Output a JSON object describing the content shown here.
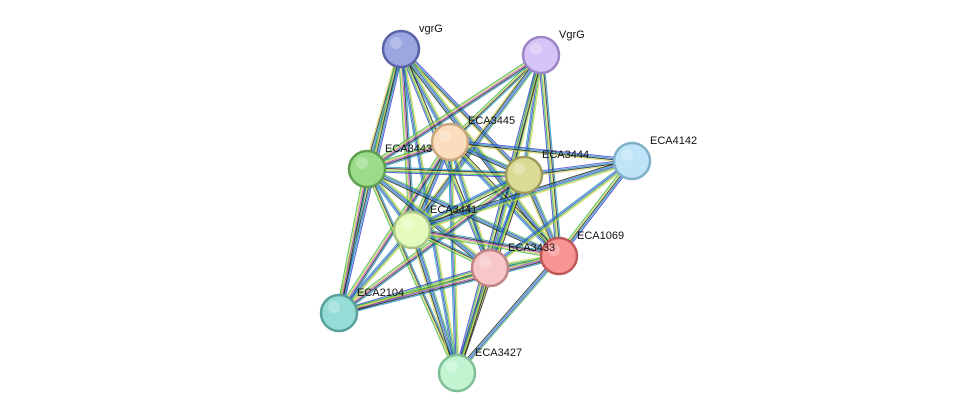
{
  "network": {
    "nodes": [
      {
        "id": "vgrG_1",
        "label": "vgrG",
        "color": "#9ca6e0",
        "stroke": "#5a63a6"
      },
      {
        "id": "VgrG_2",
        "label": "VgrG",
        "color": "#d7c3f5",
        "stroke": "#9a86c5"
      },
      {
        "id": "ECA3445",
        "label": "ECA3445",
        "color": "#fbdcbd",
        "stroke": "#c9a67f"
      },
      {
        "id": "ECA3443",
        "label": "ECA3443",
        "color": "#9bdc8b",
        "stroke": "#5f9d50"
      },
      {
        "id": "ECA3444",
        "label": "ECA3444",
        "color": "#dcdb96",
        "stroke": "#9d9c5b"
      },
      {
        "id": "ECA4142",
        "label": "ECA4142",
        "color": "#bfe4f7",
        "stroke": "#7fafc8"
      },
      {
        "id": "ECA3441",
        "label": "ECA3441",
        "color": "#e4fbbd",
        "stroke": "#a8c584"
      },
      {
        "id": "ECA3433",
        "label": "ECA3433",
        "color": "#f7c6c6",
        "stroke": "#c18383"
      },
      {
        "id": "ECA1069",
        "label": "ECA1069",
        "color": "#f79595",
        "stroke": "#c05858"
      },
      {
        "id": "ECA2104",
        "label": "ECA2104",
        "color": "#96dcd6",
        "stroke": "#56a29b"
      },
      {
        "id": "ECA3427",
        "label": "ECA3427",
        "color": "#c2f4d2",
        "stroke": "#7fbf95"
      }
    ],
    "edges": [
      [
        "vgrG_1",
        "ECA3445"
      ],
      [
        "vgrG_1",
        "ECA3443"
      ],
      [
        "vgrG_1",
        "ECA3444"
      ],
      [
        "vgrG_1",
        "ECA3441"
      ],
      [
        "vgrG_1",
        "ECA3433"
      ],
      [
        "vgrG_1",
        "ECA1069"
      ],
      [
        "vgrG_1",
        "ECA3427"
      ],
      [
        "vgrG_1",
        "ECA2104"
      ],
      [
        "VgrG_2",
        "ECA3445"
      ],
      [
        "VgrG_2",
        "ECA3443"
      ],
      [
        "VgrG_2",
        "ECA3444"
      ],
      [
        "VgrG_2",
        "ECA3441"
      ],
      [
        "VgrG_2",
        "ECA3433"
      ],
      [
        "VgrG_2",
        "ECA1069"
      ],
      [
        "VgrG_2",
        "ECA3427"
      ],
      [
        "ECA3445",
        "ECA3443"
      ],
      [
        "ECA3445",
        "ECA3444"
      ],
      [
        "ECA3445",
        "ECA3441"
      ],
      [
        "ECA3445",
        "ECA3433"
      ],
      [
        "ECA3445",
        "ECA1069"
      ],
      [
        "ECA3445",
        "ECA3427"
      ],
      [
        "ECA3445",
        "ECA2104"
      ],
      [
        "ECA3445",
        "ECA4142"
      ],
      [
        "ECA3443",
        "ECA3444"
      ],
      [
        "ECA3443",
        "ECA3441"
      ],
      [
        "ECA3443",
        "ECA3433"
      ],
      [
        "ECA3443",
        "ECA1069"
      ],
      [
        "ECA3443",
        "ECA2104"
      ],
      [
        "ECA3443",
        "ECA3427"
      ],
      [
        "ECA3444",
        "ECA3441"
      ],
      [
        "ECA3444",
        "ECA3433"
      ],
      [
        "ECA3444",
        "ECA1069"
      ],
      [
        "ECA3444",
        "ECA4142"
      ],
      [
        "ECA3444",
        "ECA2104"
      ],
      [
        "ECA3444",
        "ECA3427"
      ],
      [
        "ECA4142",
        "ECA3441"
      ],
      [
        "ECA4142",
        "ECA3433"
      ],
      [
        "ECA4142",
        "ECA1069"
      ],
      [
        "ECA3441",
        "ECA3433"
      ],
      [
        "ECA3441",
        "ECA1069"
      ],
      [
        "ECA3441",
        "ECA2104"
      ],
      [
        "ECA3441",
        "ECA3427"
      ],
      [
        "ECA3433",
        "ECA1069"
      ],
      [
        "ECA3433",
        "ECA2104"
      ],
      [
        "ECA3433",
        "ECA3427"
      ],
      [
        "ECA1069",
        "ECA2104"
      ],
      [
        "ECA1069",
        "ECA3427"
      ]
    ],
    "edge_colors": [
      "#d4d44a",
      "#3ab54a",
      "#3b3bd1",
      "#1c8fbf",
      "#222222",
      "#b450c8"
    ]
  }
}
